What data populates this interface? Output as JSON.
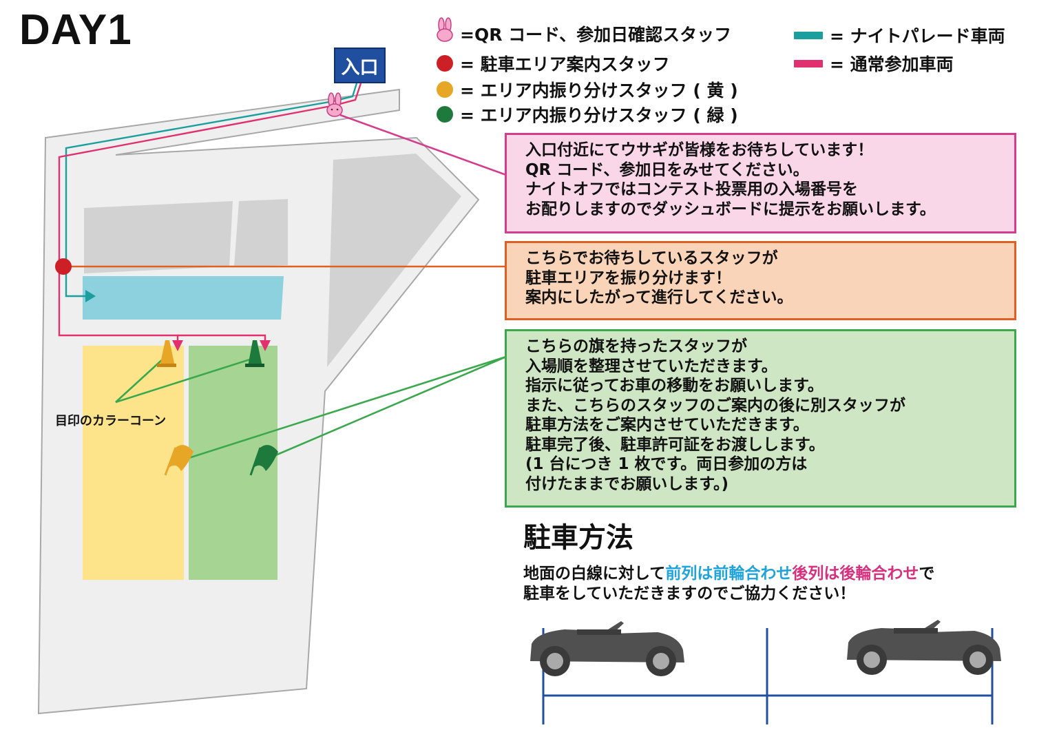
{
  "title": "DAY1",
  "legend": {
    "qr_staff": "=QR コード、参加日確認スタッフ",
    "parking_guide": "= 駐車エリア案内スタッフ",
    "sorting_yellow": "= エリア内振り分けスタッフ ( 黄 )",
    "sorting_green": "= エリア内振り分けスタッフ ( 緑 )",
    "night_parade": "= ナイトパレード車両",
    "regular": "= 通常参加車両"
  },
  "entrance_label": "入口",
  "cone_label": "目印のカラーコーン",
  "callouts": {
    "pink": [
      "入口付近にてウサギが皆様をお待ちしています！",
      "QR コード、参加日をみせてください。",
      "ナイトオフではコンテスト投票用の入場番号を",
      "お配りしますのでダッシュボードに提示をお願いします。"
    ],
    "orange": [
      "こちらでお待ちしているスタッフが",
      "駐車エリアを振り分けます！",
      "案内にしたがって進行してください。"
    ],
    "green": [
      "こちらの旗を持ったスタッフが",
      "入場順を整理させていただきます。",
      "指示に従ってお車の移動をお願いします。",
      "また、こちらのスタッフのご案内の後に別スタッフが",
      "駐車方法をご案内させていただきます。",
      "駐車完了後、駐車許可証をお渡しします。",
      "(1 台につき 1 枚です。両日参加の方は",
      "付けたままでお願いします。)"
    ]
  },
  "parking_method": {
    "title": "駐車方法",
    "line1_a": "地面の白線に対して",
    "line1_front": "前列は前輪合わせ",
    "line1_rear": "後列は後輪合わせ",
    "line1_end": "で",
    "line2": "駐車をしていただきますのでご協力ください！"
  },
  "colors": {
    "night_parade": "#1a9e9e",
    "regular": "#e0306e",
    "parking_guide": "#cc1f26",
    "sorting_yellow": "#e8a626",
    "sorting_green": "#1e7a3c",
    "front_text": "#1fa3dc",
    "rear_text": "#d6307f",
    "entrance": "#1f4f9e"
  }
}
